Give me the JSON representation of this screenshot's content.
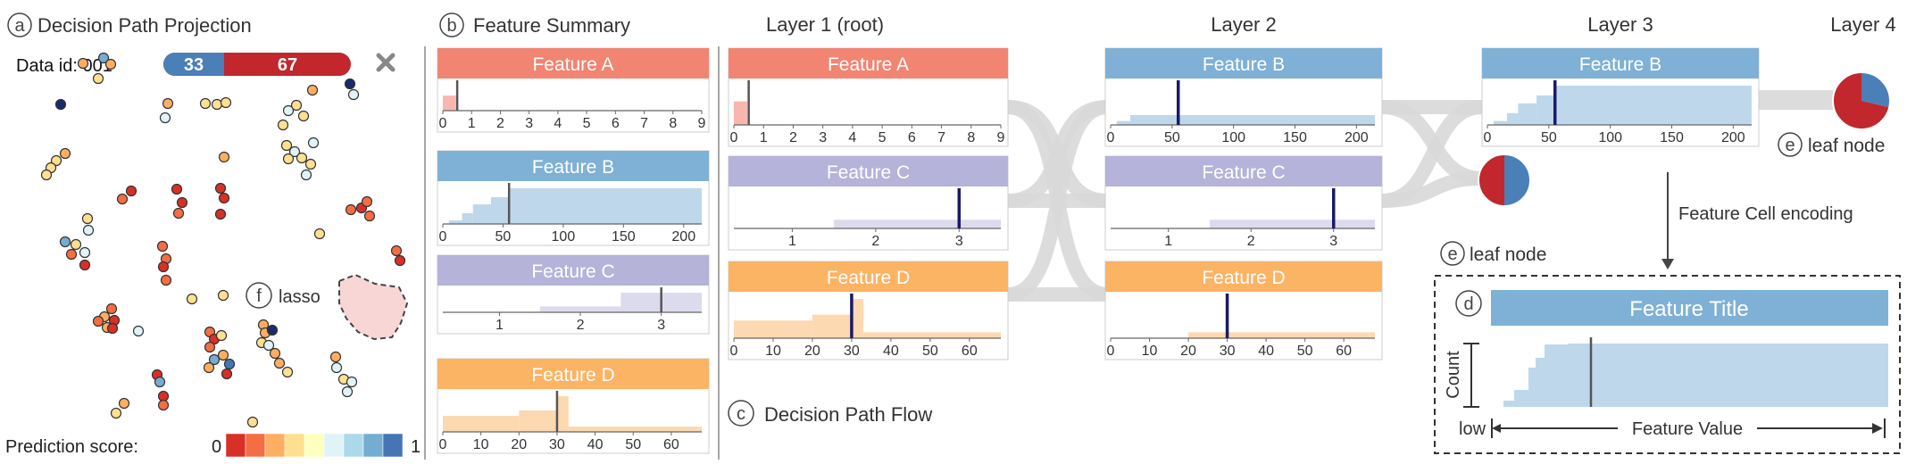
{
  "panels": {
    "a": {
      "letter": "a",
      "title": "Decision Path Projection",
      "data_id": "Data id: 001",
      "bar_left": "33",
      "bar_right": "67",
      "lasso_letter": "f",
      "lasso": "lasso",
      "score_label": "Prediction score:",
      "score_min": "0",
      "score_max": "1"
    },
    "b": {
      "letter": "b",
      "title": "Feature Summary"
    },
    "c": {
      "letter": "c",
      "title": "Decision Path Flow"
    },
    "d": {
      "letter": "d",
      "feature_title": "Feature Title",
      "ylabel": "Count",
      "low": "low",
      "xlabel": "Feature Value",
      "encoding_label": "Feature Cell encoding"
    },
    "e": {
      "letter": "e",
      "leaf_label_1": "leaf node",
      "leaf_label_2": "leaf node"
    }
  },
  "layers": [
    "Layer 1 (root)",
    "Layer 2",
    "Layer 3",
    "Layer 4"
  ],
  "features": {
    "A": {
      "title": "Feature A",
      "color": "#f28472",
      "fill": "#f7b7b0",
      "ticks": [
        "0",
        "1",
        "2",
        "3",
        "4",
        "5",
        "6",
        "7",
        "8",
        "9"
      ]
    },
    "B": {
      "title": "Feature B",
      "color": "#7fb1d6",
      "fill": "#bfd7eb",
      "ticks": [
        "0",
        "50",
        "100",
        "150",
        "200"
      ]
    },
    "C": {
      "title": "Feature C",
      "color": "#b5b3d9",
      "fill": "#dcdbee",
      "ticks": [
        "1",
        "2",
        "3"
      ]
    },
    "D": {
      "title": "Feature D",
      "color": "#fbb364",
      "fill": "#fcd9b0",
      "ticks": [
        "0",
        "10",
        "20",
        "30",
        "40",
        "50",
        "60"
      ]
    }
  },
  "score_colors": [
    "#d73027",
    "#f46d43",
    "#fdae61",
    "#fee090",
    "#ffffbf",
    "#e0f3f8",
    "#abd9e9",
    "#74add1",
    "#4575b4"
  ],
  "accent": {
    "red": "#c1272d",
    "blue": "#4a7fb7"
  }
}
